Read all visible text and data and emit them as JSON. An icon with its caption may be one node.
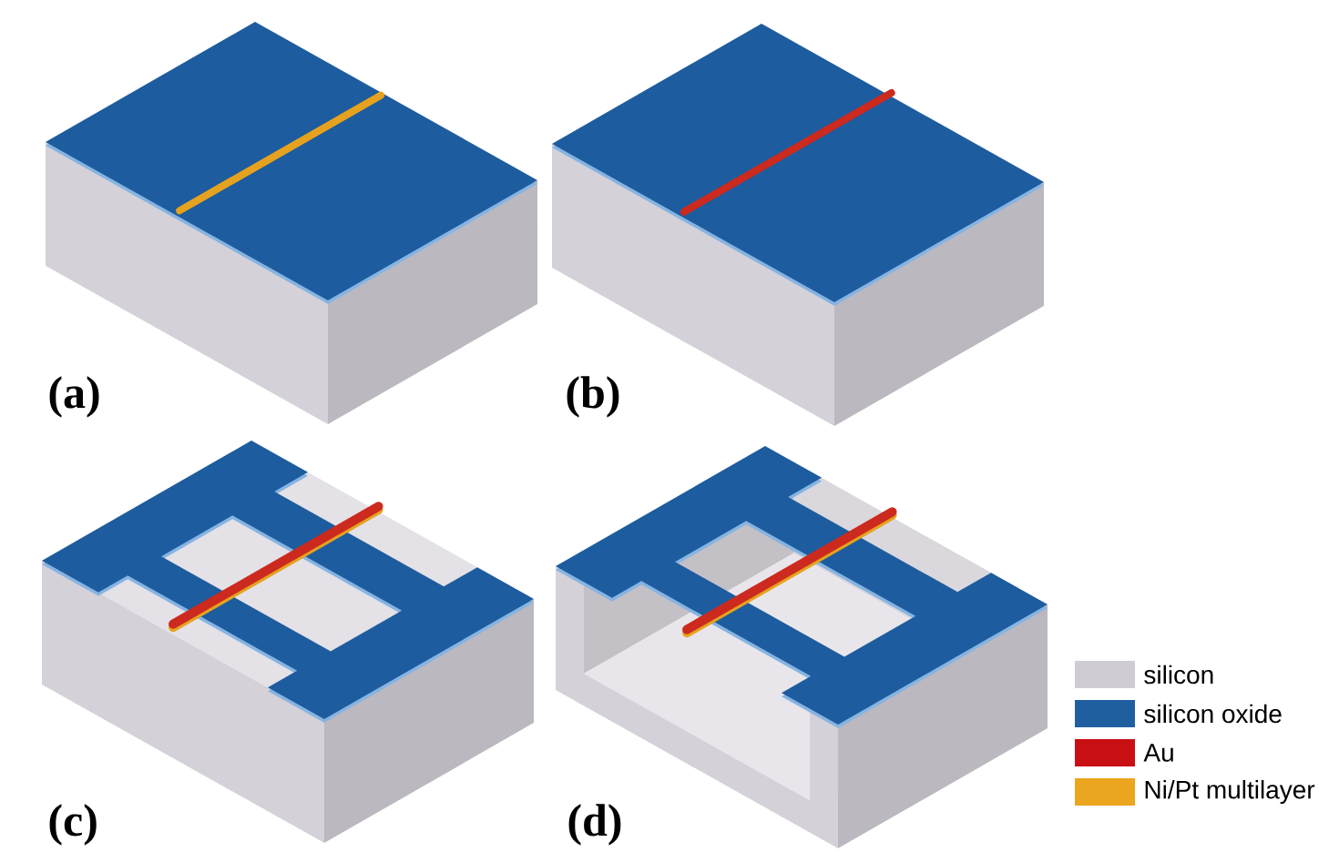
{
  "diagram": {
    "labels": [
      "(a)",
      "(b)",
      "(c)",
      "(d)"
    ],
    "legend": [
      {
        "text": "silicon",
        "color": "#d0ccd4"
      },
      {
        "text": "silicon oxide",
        "color": "#1f5fa0"
      },
      {
        "text": "Au",
        "color": "#c80f14"
      },
      {
        "text": "Ni/Pt multilayer",
        "color": "#eba51e"
      }
    ]
  }
}
